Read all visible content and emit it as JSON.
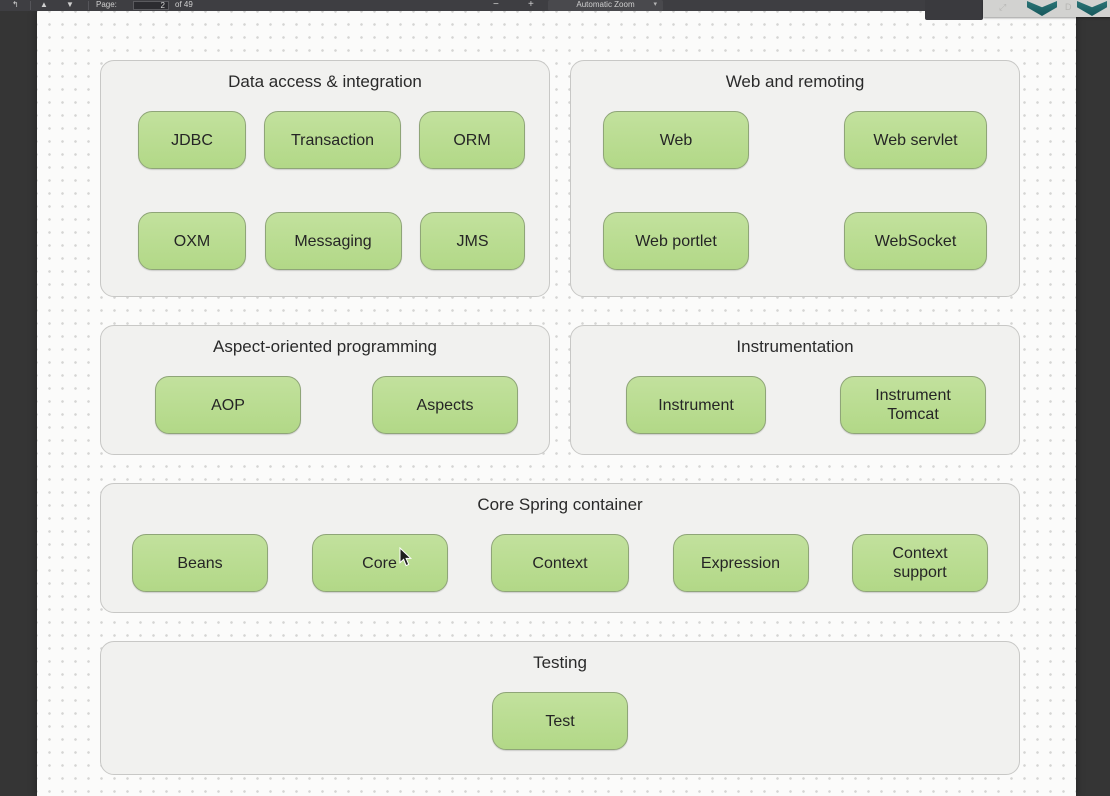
{
  "toolbar": {
    "back_icon": "↰",
    "prev_icon": "▲",
    "next_icon": "▼",
    "page_label": "Page:",
    "page_value": "2",
    "page_total_label": "of 49",
    "zoom_out_label": "−",
    "zoom_in_label": "+",
    "zoom_mode": "Automatic Zoom",
    "caret_icon": "▾"
  },
  "overlay": {
    "expand_glyph": "⤢",
    "d_glyph": "D"
  },
  "diagram": {
    "groups": [
      {
        "title": "Data access & integration",
        "items": [
          "JDBC",
          "Transaction",
          "ORM",
          "OXM",
          "Messaging",
          "JMS"
        ]
      },
      {
        "title": "Web and remoting",
        "items": [
          "Web",
          "Web servlet",
          "Web portlet",
          "WebSocket"
        ]
      },
      {
        "title": "Aspect-oriented programming",
        "items": [
          "AOP",
          "Aspects"
        ]
      },
      {
        "title": "Instrumentation",
        "items": [
          "Instrument",
          "Instrument Tomcat"
        ]
      },
      {
        "title": "Core Spring container",
        "items": [
          "Beans",
          "Core",
          "Context",
          "Expression",
          "Context support"
        ]
      },
      {
        "title": "Testing",
        "items": [
          "Test"
        ]
      }
    ],
    "colors": {
      "module_fill": "#b9dc91",
      "module_border": "#8fa578",
      "group_fill": "#f1f1ef",
      "group_border": "#c8c8c6",
      "overlay_teal": "#1f6164",
      "toolbar_bg": "#3e3e42",
      "page_bg": "#fbfbfa"
    }
  }
}
